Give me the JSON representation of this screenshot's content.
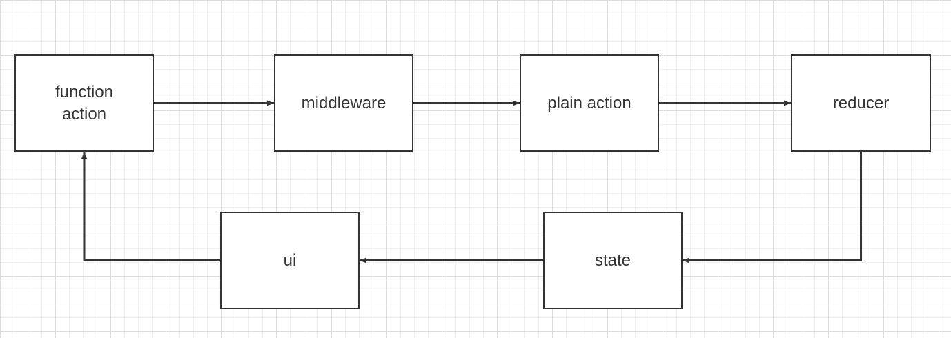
{
  "diagram": {
    "line_color": "#333333",
    "nodes": [
      {
        "id": "function-action",
        "label": "function\naction"
      },
      {
        "id": "middleware",
        "label": "middleware"
      },
      {
        "id": "plain-action",
        "label": "plain action"
      },
      {
        "id": "reducer",
        "label": "reducer"
      },
      {
        "id": "state",
        "label": "state"
      },
      {
        "id": "ui",
        "label": "ui"
      }
    ],
    "edges": [
      {
        "from": "function-action",
        "to": "middleware"
      },
      {
        "from": "middleware",
        "to": "plain-action"
      },
      {
        "from": "plain-action",
        "to": "reducer"
      },
      {
        "from": "reducer",
        "to": "state"
      },
      {
        "from": "state",
        "to": "ui"
      },
      {
        "from": "ui",
        "to": "function-action"
      }
    ]
  }
}
